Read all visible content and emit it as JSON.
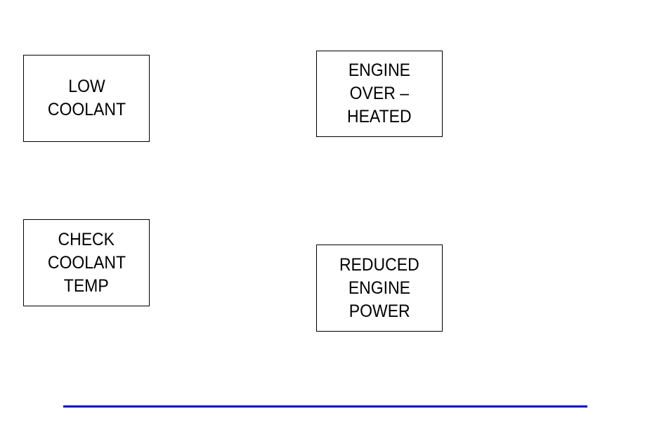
{
  "messages": {
    "low_coolant": {
      "lines": [
        "LOW",
        "COOLANT"
      ]
    },
    "check_coolant_temp": {
      "lines": [
        "CHECK",
        "COOLANT",
        "TEMP"
      ]
    },
    "engine_overheated": {
      "lines": [
        "ENGINE",
        "OVER –",
        "HEATED"
      ]
    },
    "reduced_engine_power": {
      "lines": [
        "REDUCED",
        "ENGINE",
        "POWER"
      ]
    }
  },
  "colors": {
    "rule": "#0000cc",
    "border": "#000000",
    "text": "#000000"
  }
}
